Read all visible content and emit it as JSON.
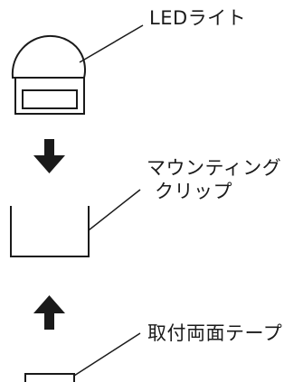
{
  "labels": {
    "led_light": "LEDライト",
    "mounting_clip_line1": "マウンティング",
    "mounting_clip_line2": "クリップ",
    "double_sided_tape": "取付両面テープ"
  },
  "colors": {
    "stroke": "#1a1a1a",
    "background": "#ffffff"
  }
}
